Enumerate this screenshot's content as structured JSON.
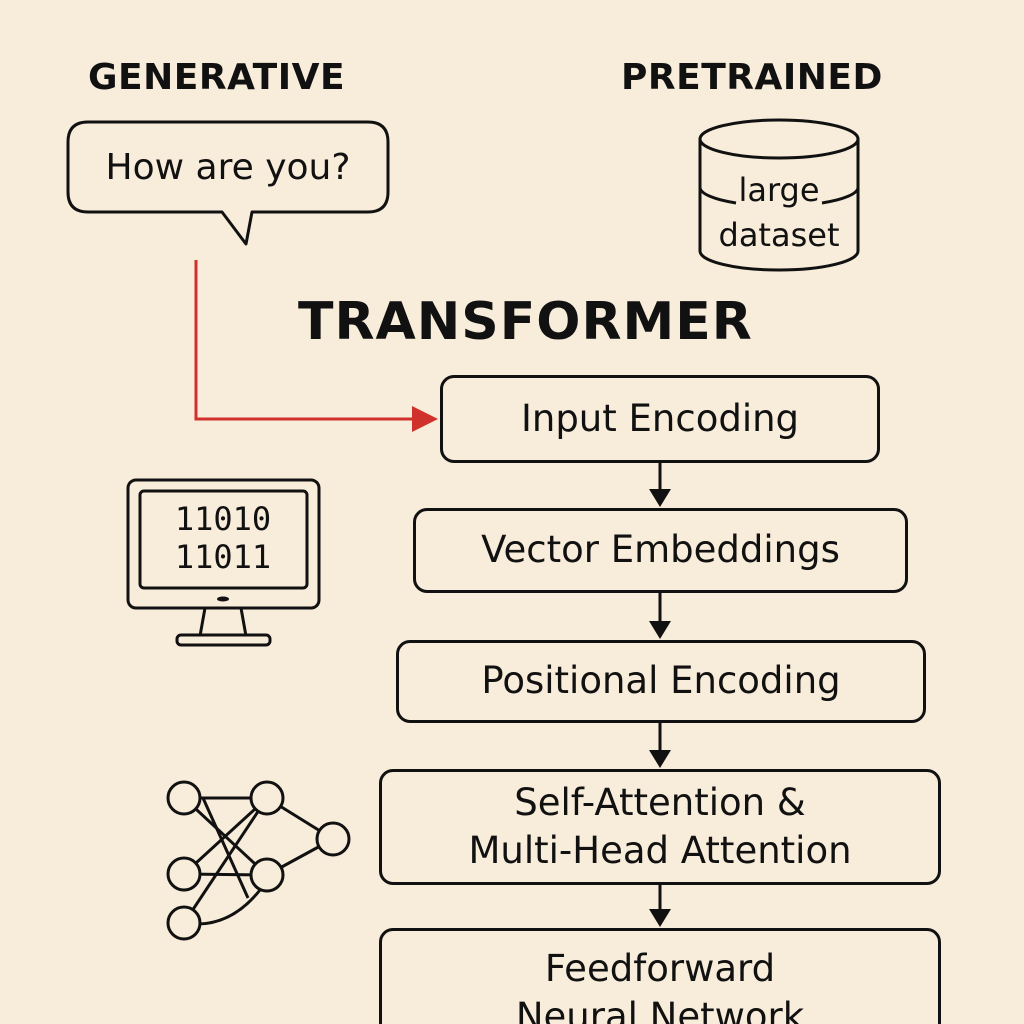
{
  "headings": {
    "generative": "GENERATIVE",
    "pretrained": "PRETRAINED",
    "transformer": "TRANSFORMER"
  },
  "speech_bubble": {
    "text": "How are you?"
  },
  "database": {
    "line1": "large",
    "line2": "dataset"
  },
  "monitor": {
    "line1": "11010",
    "line2": "11011"
  },
  "pipeline": {
    "input_encoding": "Input Encoding",
    "vector_embeddings": "Vector Embeddings",
    "positional_encoding": "Positional Encoding",
    "attention_line1": "Self-Attention &",
    "attention_line2": "Multi-Head Attention",
    "feedforward_line1": "Feedforward",
    "feedforward_line2": "Neural Network"
  },
  "icons": {
    "speech": "speech-bubble-icon",
    "database": "database-cylinder-icon",
    "monitor": "computer-monitor-icon",
    "network": "neural-network-icon"
  },
  "colors": {
    "background": "#f8ecda",
    "ink": "#111111",
    "connector": "#d0312d"
  }
}
